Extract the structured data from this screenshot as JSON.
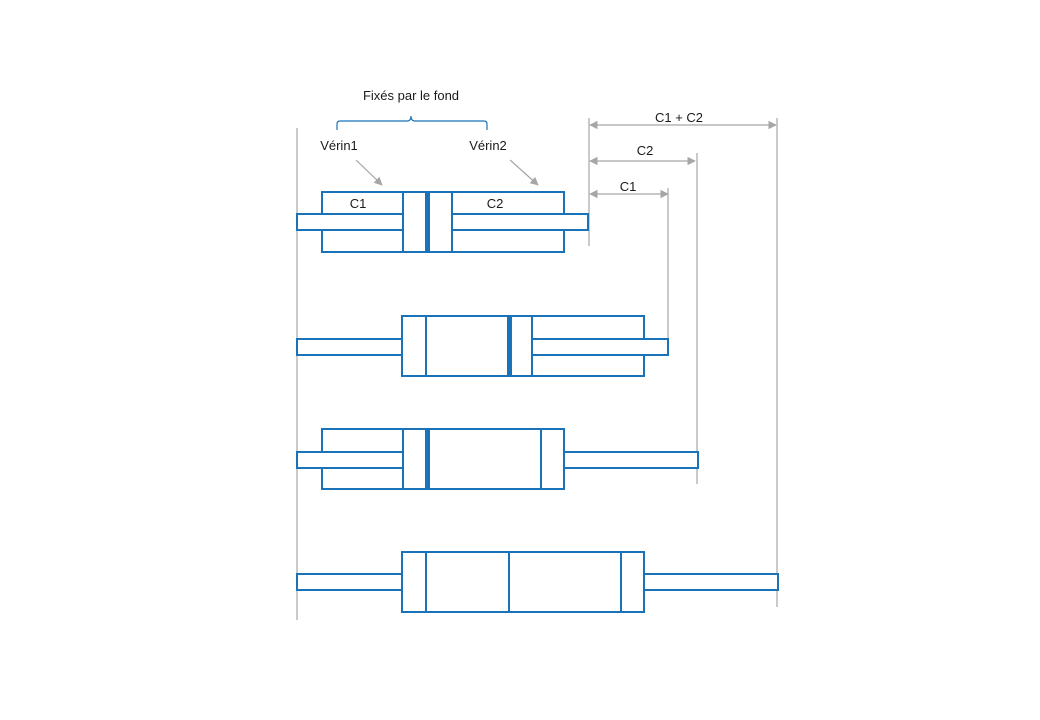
{
  "labels": {
    "fixed_by_base": "Fixés par le fond",
    "cylinder1": "Vérin1",
    "cylinder2": "Vérin2",
    "stroke1": "C1",
    "stroke2": "C2"
  },
  "dimensions": {
    "c1": "C1",
    "c2": "C2",
    "c1_plus_c2": "C1 + C2"
  },
  "colors": {
    "cylinder": "#1a72b8",
    "dimension": "#a6a6a6",
    "text": "#1a1a1a"
  }
}
